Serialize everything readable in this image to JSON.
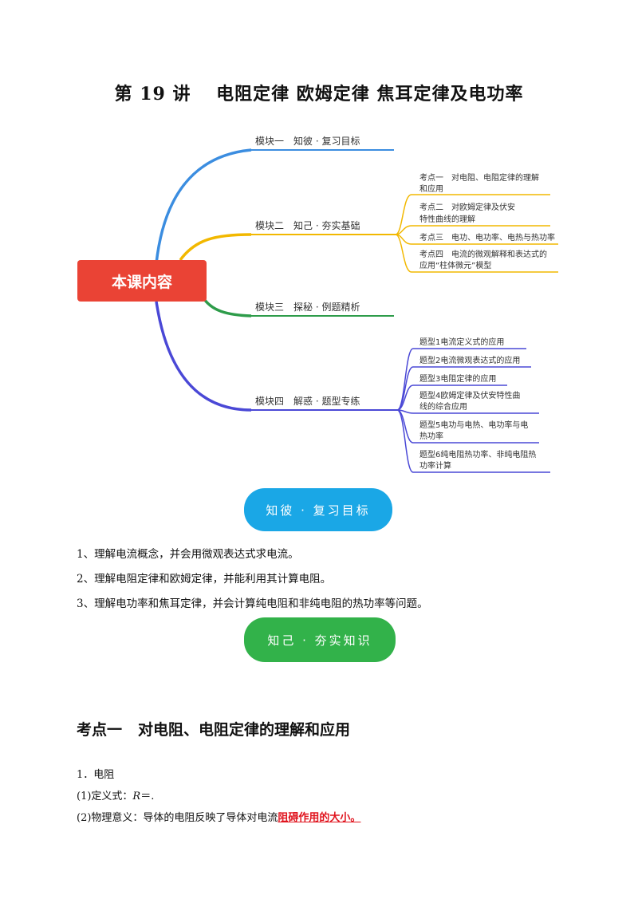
{
  "page_title": "第 19 讲　 电阻定律 欧姆定律 焦耳定律及电功率",
  "mindmap": {
    "root_label": "本课内容",
    "branches": [
      {
        "label": "模块一　知彼 · 复习目标",
        "color": "#3b8de0",
        "items": []
      },
      {
        "label": "模块二　知己 · 夯实基础",
        "color": "#f2b800",
        "items": [
          [
            "考点一　对电阻、电阻定律的理解",
            "和应用"
          ],
          [
            "考点二　对欧姆定律及伏安",
            "特性曲线的理解"
          ],
          [
            "考点三　电功、电功率、电热与热功率"
          ],
          [
            "考点四　电流的微观解释和表达式的",
            "应用“柱体微元”模型"
          ]
        ]
      },
      {
        "label": "模块三　探秘 · 例题精析",
        "color": "#2e9c4a",
        "items": []
      },
      {
        "label": "模块四　解惑 · 题型专练",
        "color": "#4a48d6",
        "items": [
          [
            "题型1电流定义式的应用"
          ],
          [
            "题型2电流微观表达式的应用"
          ],
          [
            "题型3电阻定律的应用"
          ],
          [
            "题型4欧姆定律及伏安特性曲",
            "线的综合应用"
          ],
          [
            "题型5电功与电热、电功率与电",
            "热功率"
          ],
          [
            "题型6纯电阻热功率、非纯电阻热",
            "功率计算"
          ]
        ]
      }
    ]
  },
  "banners": {
    "review_goals": "知彼 · 复习目标",
    "foundation": "知己 · 夯实知识"
  },
  "goals": [
    "1、理解电流概念，并会用微观表达式求电流。",
    "2、理解电阻定律和欧姆定律，并能利用其计算电阻。",
    "3、理解电功率和焦耳定律，并会计算纯电阻和非纯电阻的热功率等问题。"
  ],
  "section": {
    "number": "考点一",
    "title": "对电阻、电阻定律的理解和应用"
  },
  "body": {
    "item1": "1．电阻",
    "def_prefix": "(1)定义式：",
    "def_var": "R",
    "def_suffix": "＝.",
    "meaning_prefix": "(2)物理意义：导体的电阻反映了导体对电流",
    "meaning_highlight": "阻碍作用的大小。"
  }
}
